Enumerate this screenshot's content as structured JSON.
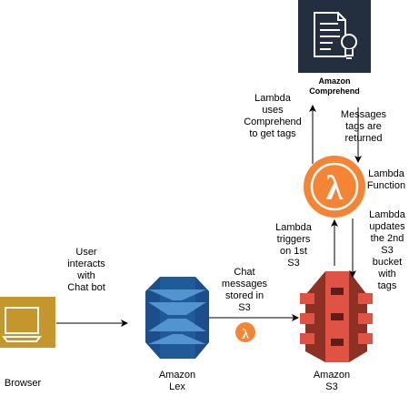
{
  "nodes": {
    "comprehend": {
      "label": "Amazon\nComprehend",
      "icon": "comprehend-document-lightbulb-icon",
      "bg": "#232F3E"
    },
    "lambda": {
      "label": "Lambda\nFunction",
      "icon": "lambda-icon",
      "color": "#F58534"
    },
    "browser": {
      "label": "Browser",
      "icon": "browser-monitor-icon",
      "color": "#C5962B"
    },
    "lex": {
      "label": "Amazon\nLex",
      "icon": "lex-icon",
      "color": "#205B98"
    },
    "s3": {
      "label": "Amazon\nS3",
      "icon": "s3-bucket-icon",
      "color": "#E05243"
    }
  },
  "edges": {
    "lambda_to_comprehend": "Lambda\nuses\nComprehend\nto get tags",
    "comprehend_to_lambda": "Messages\ntags are\nreturned",
    "s3_to_lambda": "Lambda\ntriggers\non 1st\nS3",
    "lambda_to_s3": "Lambda\nupdates\nthe 2nd\nS3\nbucket\nwith\ntags",
    "browser_to_lex": "User\ninteracts\nwith\nChat bot",
    "lex_to_s3": "Chat\nmessages\nstored in\nS3"
  }
}
